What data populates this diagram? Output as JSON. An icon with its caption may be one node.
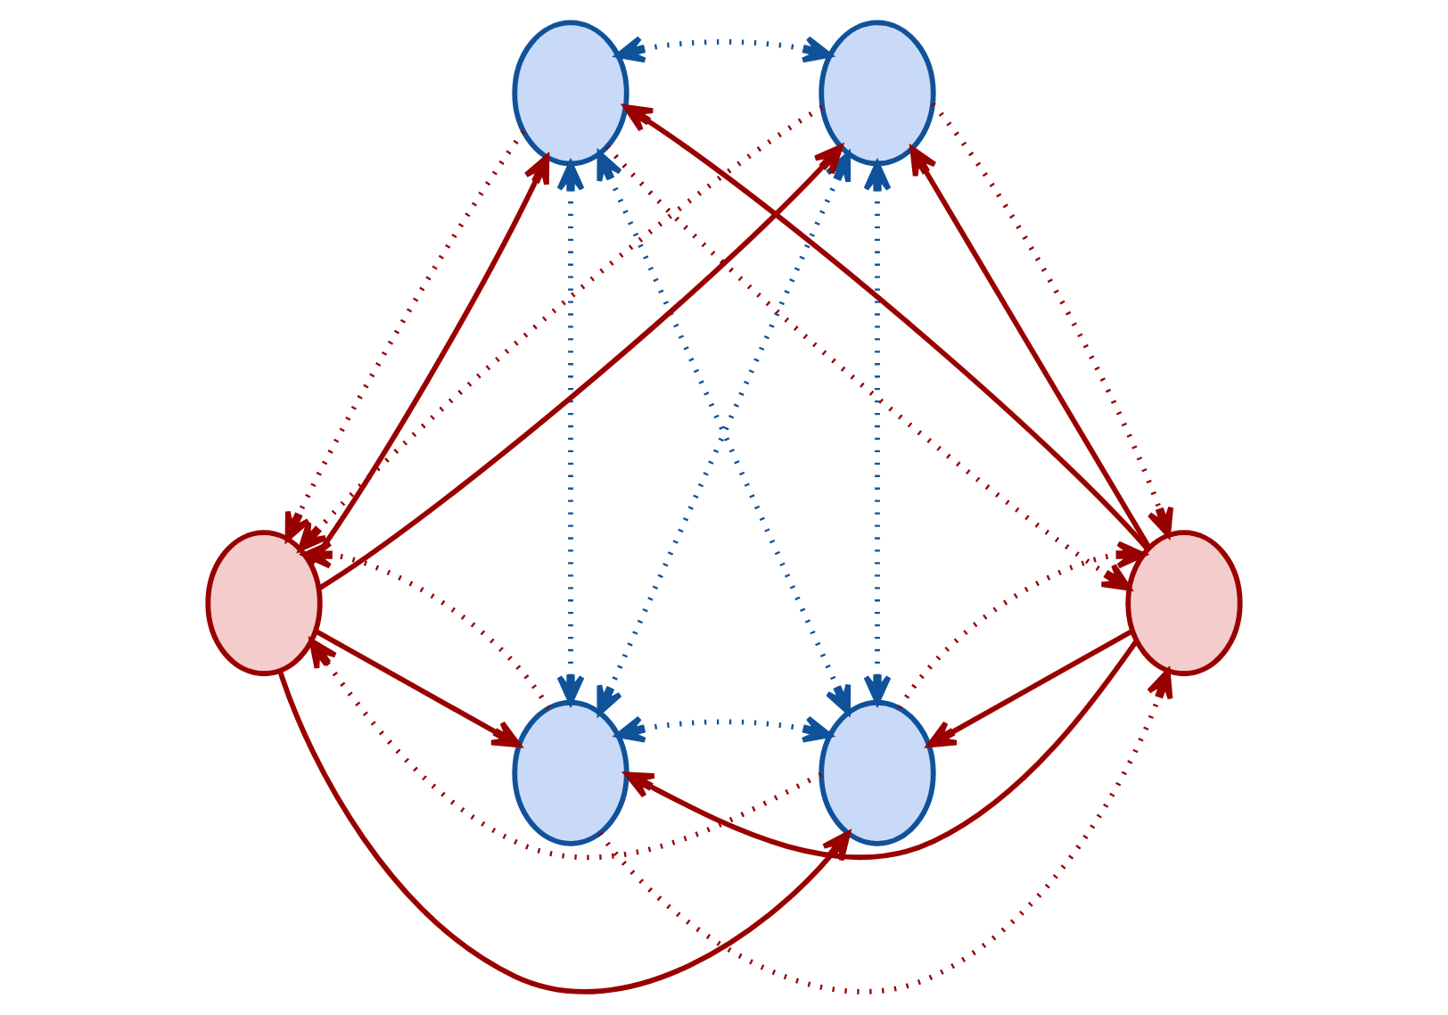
{
  "diagram": {
    "nodes": [
      {
        "text": [],
        "shape": "ellipse"
      },
      {
        "text": [],
        "shape": "ellipse"
      },
      {
        "text": [],
        "shape": "ellipse"
      },
      {
        "text": [],
        "shape": "ellipse"
      },
      {
        "text": [],
        "shape": "ellipse"
      },
      {
        "text": [],
        "shape": "ellipse"
      }
    ],
    "edges": [
      {
        "from": 2,
        "to": 0,
        "arrow": "to"
      },
      {
        "from": 2,
        "to": 4,
        "arrow": "to"
      },
      {
        "from": 3,
        "to": 1,
        "arrow": "to"
      },
      {
        "from": 3,
        "to": 5,
        "arrow": "to"
      },
      {
        "from": 2,
        "to": 1,
        "arrow": "to"
      },
      {
        "from": 3,
        "to": 0,
        "arrow": "to"
      },
      {
        "from": 2,
        "to": 5,
        "arrow": "to"
      },
      {
        "from": 3,
        "to": 4,
        "arrow": "to"
      },
      {
        "from": 0,
        "to": 2,
        "arrow": "to",
        "style": "dashed"
      },
      {
        "from": 1,
        "to": 2,
        "arrow": "to",
        "style": "dashed"
      },
      {
        "from": 1,
        "to": 3,
        "arrow": "to",
        "style": "dashed"
      },
      {
        "from": 0,
        "to": 3,
        "arrow": "to",
        "style": "dashed"
      },
      {
        "from": 4,
        "to": 2,
        "arrow": "to",
        "style": "dashed"
      },
      {
        "from": 5,
        "to": 2,
        "arrow": "to",
        "style": "dashed"
      },
      {
        "from": 5,
        "to": 3,
        "arrow": "to",
        "style": "dashed"
      },
      {
        "from": 4,
        "to": 3,
        "arrow": "to",
        "style": "dashed"
      },
      {
        "from": 0,
        "to": 1,
        "arrow": "both",
        "style": "dashed",
        "color": "#10529a"
      },
      {
        "from": 4,
        "to": 5,
        "arrow": "both",
        "style": "dashed",
        "color": "#10529a"
      },
      {
        "from": 0,
        "to": 4,
        "arrow": "both",
        "style": "dashed",
        "color": "#10529a"
      },
      {
        "from": 1,
        "to": 5,
        "arrow": "both",
        "style": "dashed",
        "color": "#10529a"
      },
      {
        "from": 0,
        "to": 5,
        "arrow": "both",
        "style": "dashed",
        "color": "#10529a"
      },
      {
        "from": 1,
        "to": 4,
        "arrow": "both",
        "style": "dashed",
        "color": "#10529a"
      }
    ]
  }
}
